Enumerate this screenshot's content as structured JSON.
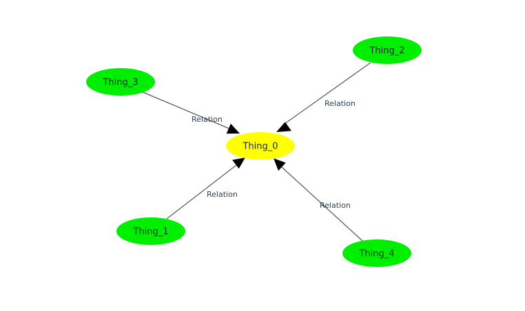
{
  "colors": {
    "central_node": "#ffff00",
    "leaf_node": "#00ee00",
    "edge": "#333333",
    "arrowhead": "#000000",
    "background": "#ffffff"
  },
  "graph": {
    "nodes": [
      {
        "id": "thing_0",
        "label": "Thing_0",
        "role": "central"
      },
      {
        "id": "thing_1",
        "label": "Thing_1",
        "role": "leaf"
      },
      {
        "id": "thing_2",
        "label": "Thing_2",
        "role": "leaf"
      },
      {
        "id": "thing_3",
        "label": "Thing_3",
        "role": "leaf"
      },
      {
        "id": "thing_4",
        "label": "Thing_4",
        "role": "leaf"
      }
    ],
    "edges": [
      {
        "id": "e3",
        "from": "thing_3",
        "to": "thing_0",
        "label": "Relation",
        "directed": true
      },
      {
        "id": "e2",
        "from": "thing_2",
        "to": "thing_0",
        "label": "Relation",
        "directed": true
      },
      {
        "id": "e1",
        "from": "thing_1",
        "to": "thing_0",
        "label": "Relation",
        "directed": true
      },
      {
        "id": "e4",
        "from": "thing_4",
        "to": "thing_0",
        "label": "Relation",
        "directed": true
      }
    ]
  }
}
